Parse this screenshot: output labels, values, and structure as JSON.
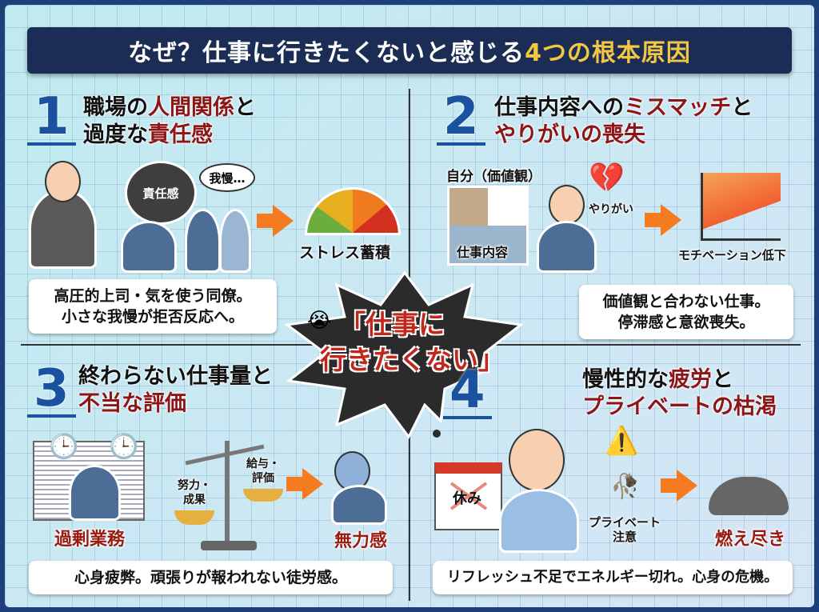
{
  "title": {
    "main": "なぜ？仕事に行きたくないと感じる",
    "highlight": "4つの根本原因"
  },
  "center": {
    "emoji": "😭",
    "line1": "「仕事に",
    "line2": "行きたくない」"
  },
  "sections": [
    {
      "number": "1",
      "heading": {
        "l1a": "職場の",
        "l1b": "人間関係",
        "l1c": "と",
        "l2a": "過度な",
        "l2b": "責任感"
      },
      "labels": {
        "weight": "責任感",
        "thought": "我慢…",
        "result": "ストレス蓄積"
      },
      "caption": {
        "l1": "高圧的上司・気を使う同僚。",
        "l2": "小さな我慢が拒否反応へ。"
      }
    },
    {
      "number": "2",
      "heading": {
        "l1a": "仕事内容への",
        "l1b": "ミスマッチ",
        "l1c": "と",
        "l2a": "",
        "l2b": "やりがいの喪失"
      },
      "labels": {
        "self": "自分（価値観）",
        "work": "仕事内容",
        "heart": "やりがい",
        "result": "モチベーション低下"
      },
      "caption": {
        "l1": "価値観と合わない仕事。",
        "l2": "停滞感と意欲喪失。"
      }
    },
    {
      "number": "3",
      "heading": {
        "l1a": "終わらない仕事量と",
        "l1b": "",
        "l1c": "",
        "l2a": "",
        "l2b": "不当な評価"
      },
      "labels": {
        "overwork": "過剰業務",
        "effort": "努力・成果",
        "pay": "給与・評価",
        "result": "無力感"
      },
      "caption": {
        "l1": "心身疲弊。頑張りが報われない徒労感。"
      }
    },
    {
      "number": "4",
      "heading": {
        "l1a": "慢性的な",
        "l1b": "疲労",
        "l1c": "と",
        "l2a": "",
        "l2b": "プライベートの枯渇"
      },
      "labels": {
        "calendar": "休み",
        "private": "プライベート",
        "caution": "注意",
        "result": "燃え尽き"
      },
      "caption": {
        "l1": "リフレッシュ不足でエネルギー切れ。心身の危機。"
      }
    }
  ],
  "colors": {
    "accent_red": "#8e1515",
    "number_blue": "#1a52a0",
    "banner": "#1b2d55",
    "highlight": "#f2c744",
    "arrow": "#f47b20"
  }
}
